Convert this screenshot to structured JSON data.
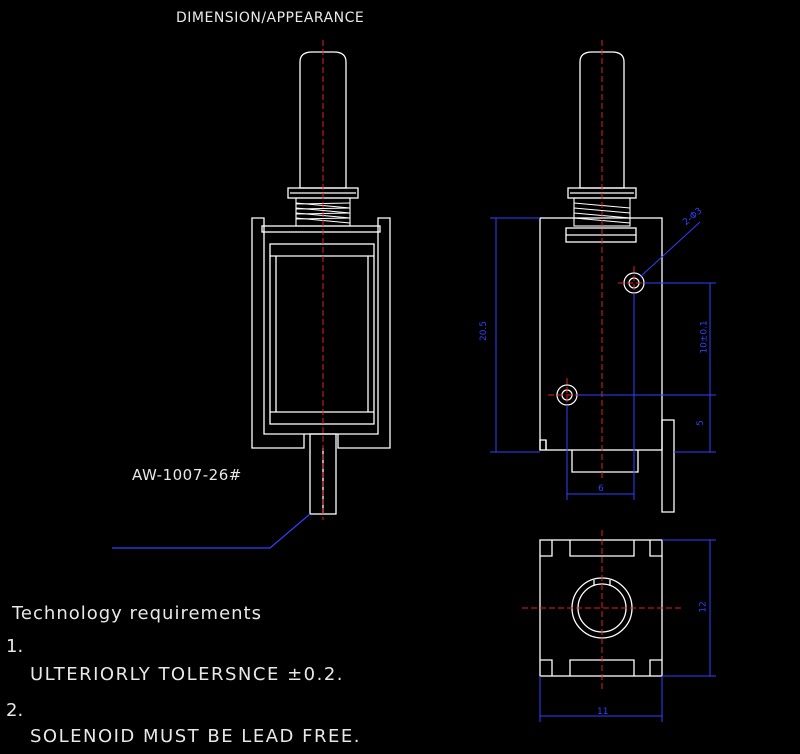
{
  "title": "DIMENSION/APPEARANCE",
  "part_number": "AW-1007-26#",
  "requirements": {
    "heading": "Technology   requirements",
    "items": [
      {
        "number": "1.",
        "text": "ULTERIORLY TOLERSNCE ±0.2."
      },
      {
        "number": "2.",
        "text": "SOLENOID MUST BE LEAD FREE."
      }
    ]
  },
  "dimensions": {
    "overall_height": "20.5",
    "hole_spacing": "10±0.1",
    "hole_diameter": "2-Φ3",
    "bottom_offset": "5",
    "hole_offset": "6",
    "side_width": "12",
    "bottom_width": "11"
  },
  "colors": {
    "outline": "#ffffff",
    "centerline": "#e02020",
    "dimension": "#3040ff",
    "text": "#e8e8e8",
    "background": "#000000"
  }
}
